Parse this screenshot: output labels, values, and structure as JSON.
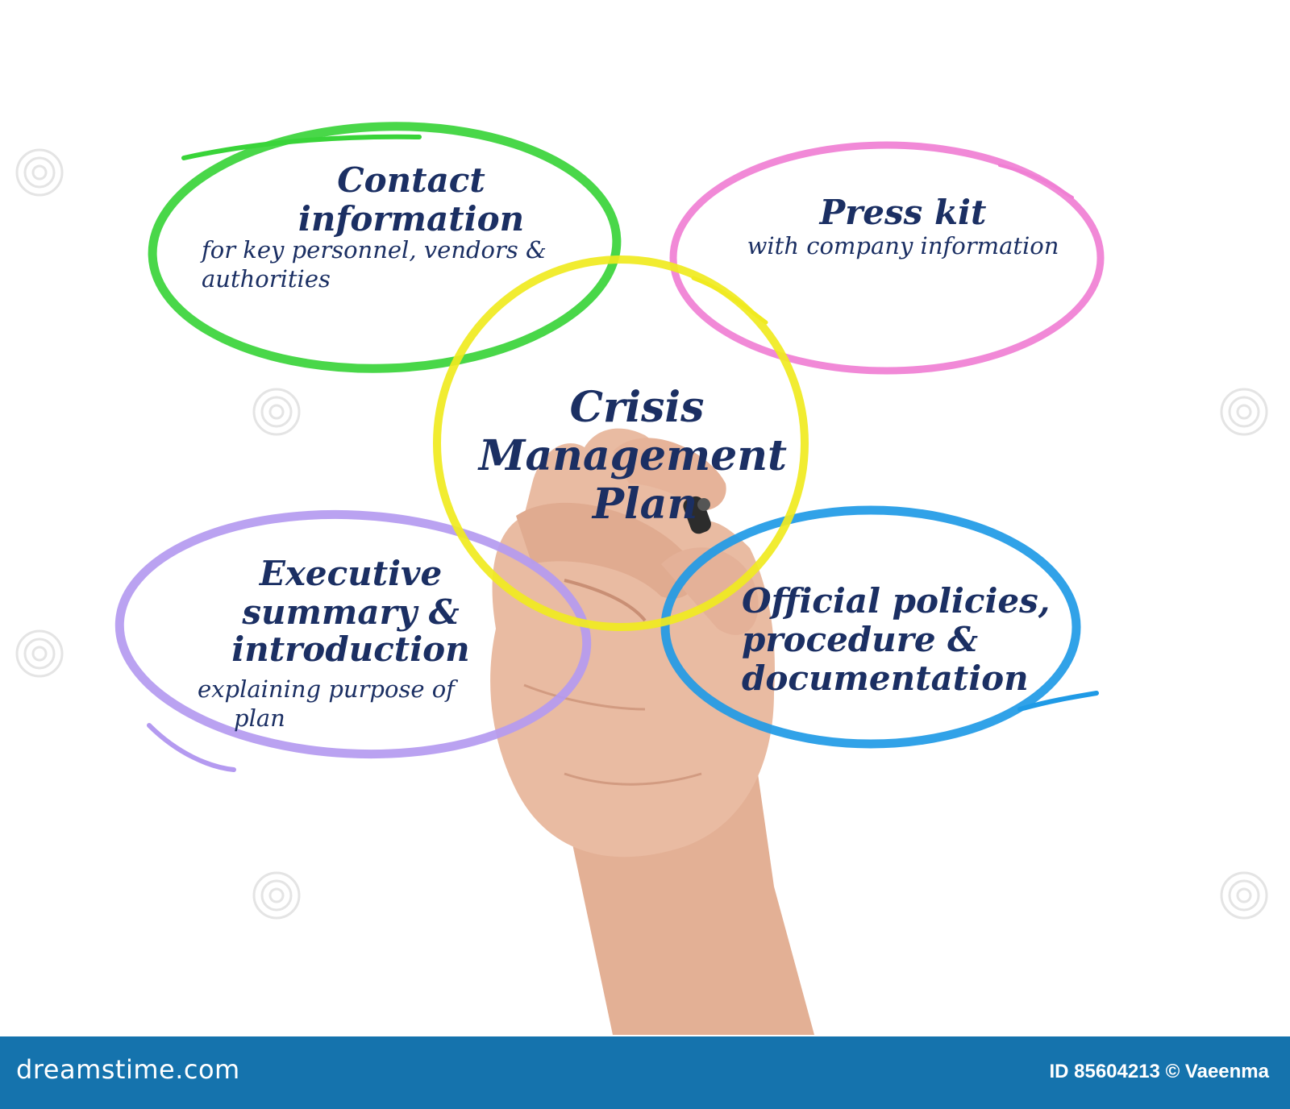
{
  "colors": {
    "contact": "#39d439",
    "press": "#f07fd4",
    "center": "#f0ea20",
    "executive": "#b49af0",
    "official": "#1f9ae6",
    "text": "#1b2f63",
    "footer": "#1573ad",
    "skin": "#e7b79d"
  },
  "center": {
    "title_lines": [
      "Crisis",
      "Management",
      "Plan"
    ]
  },
  "nodes": {
    "contact": {
      "heading_lines": [
        "Contact",
        "information"
      ],
      "sub_lines": [
        "for key personnel, vendors &",
        "authorities"
      ]
    },
    "press": {
      "heading_lines": [
        "Press kit"
      ],
      "sub_lines": [
        "with company information"
      ]
    },
    "executive": {
      "heading_lines": [
        "Executive",
        "summary &",
        "introduction"
      ],
      "sub_lines": [
        "explaining purpose of",
        "plan"
      ]
    },
    "official": {
      "heading_lines": [
        "Official policies,",
        "procedure &",
        "documentation"
      ]
    }
  },
  "footer": {
    "brand": "dreamstime.com",
    "credit": "ID 85604213 © Vaeenma"
  }
}
